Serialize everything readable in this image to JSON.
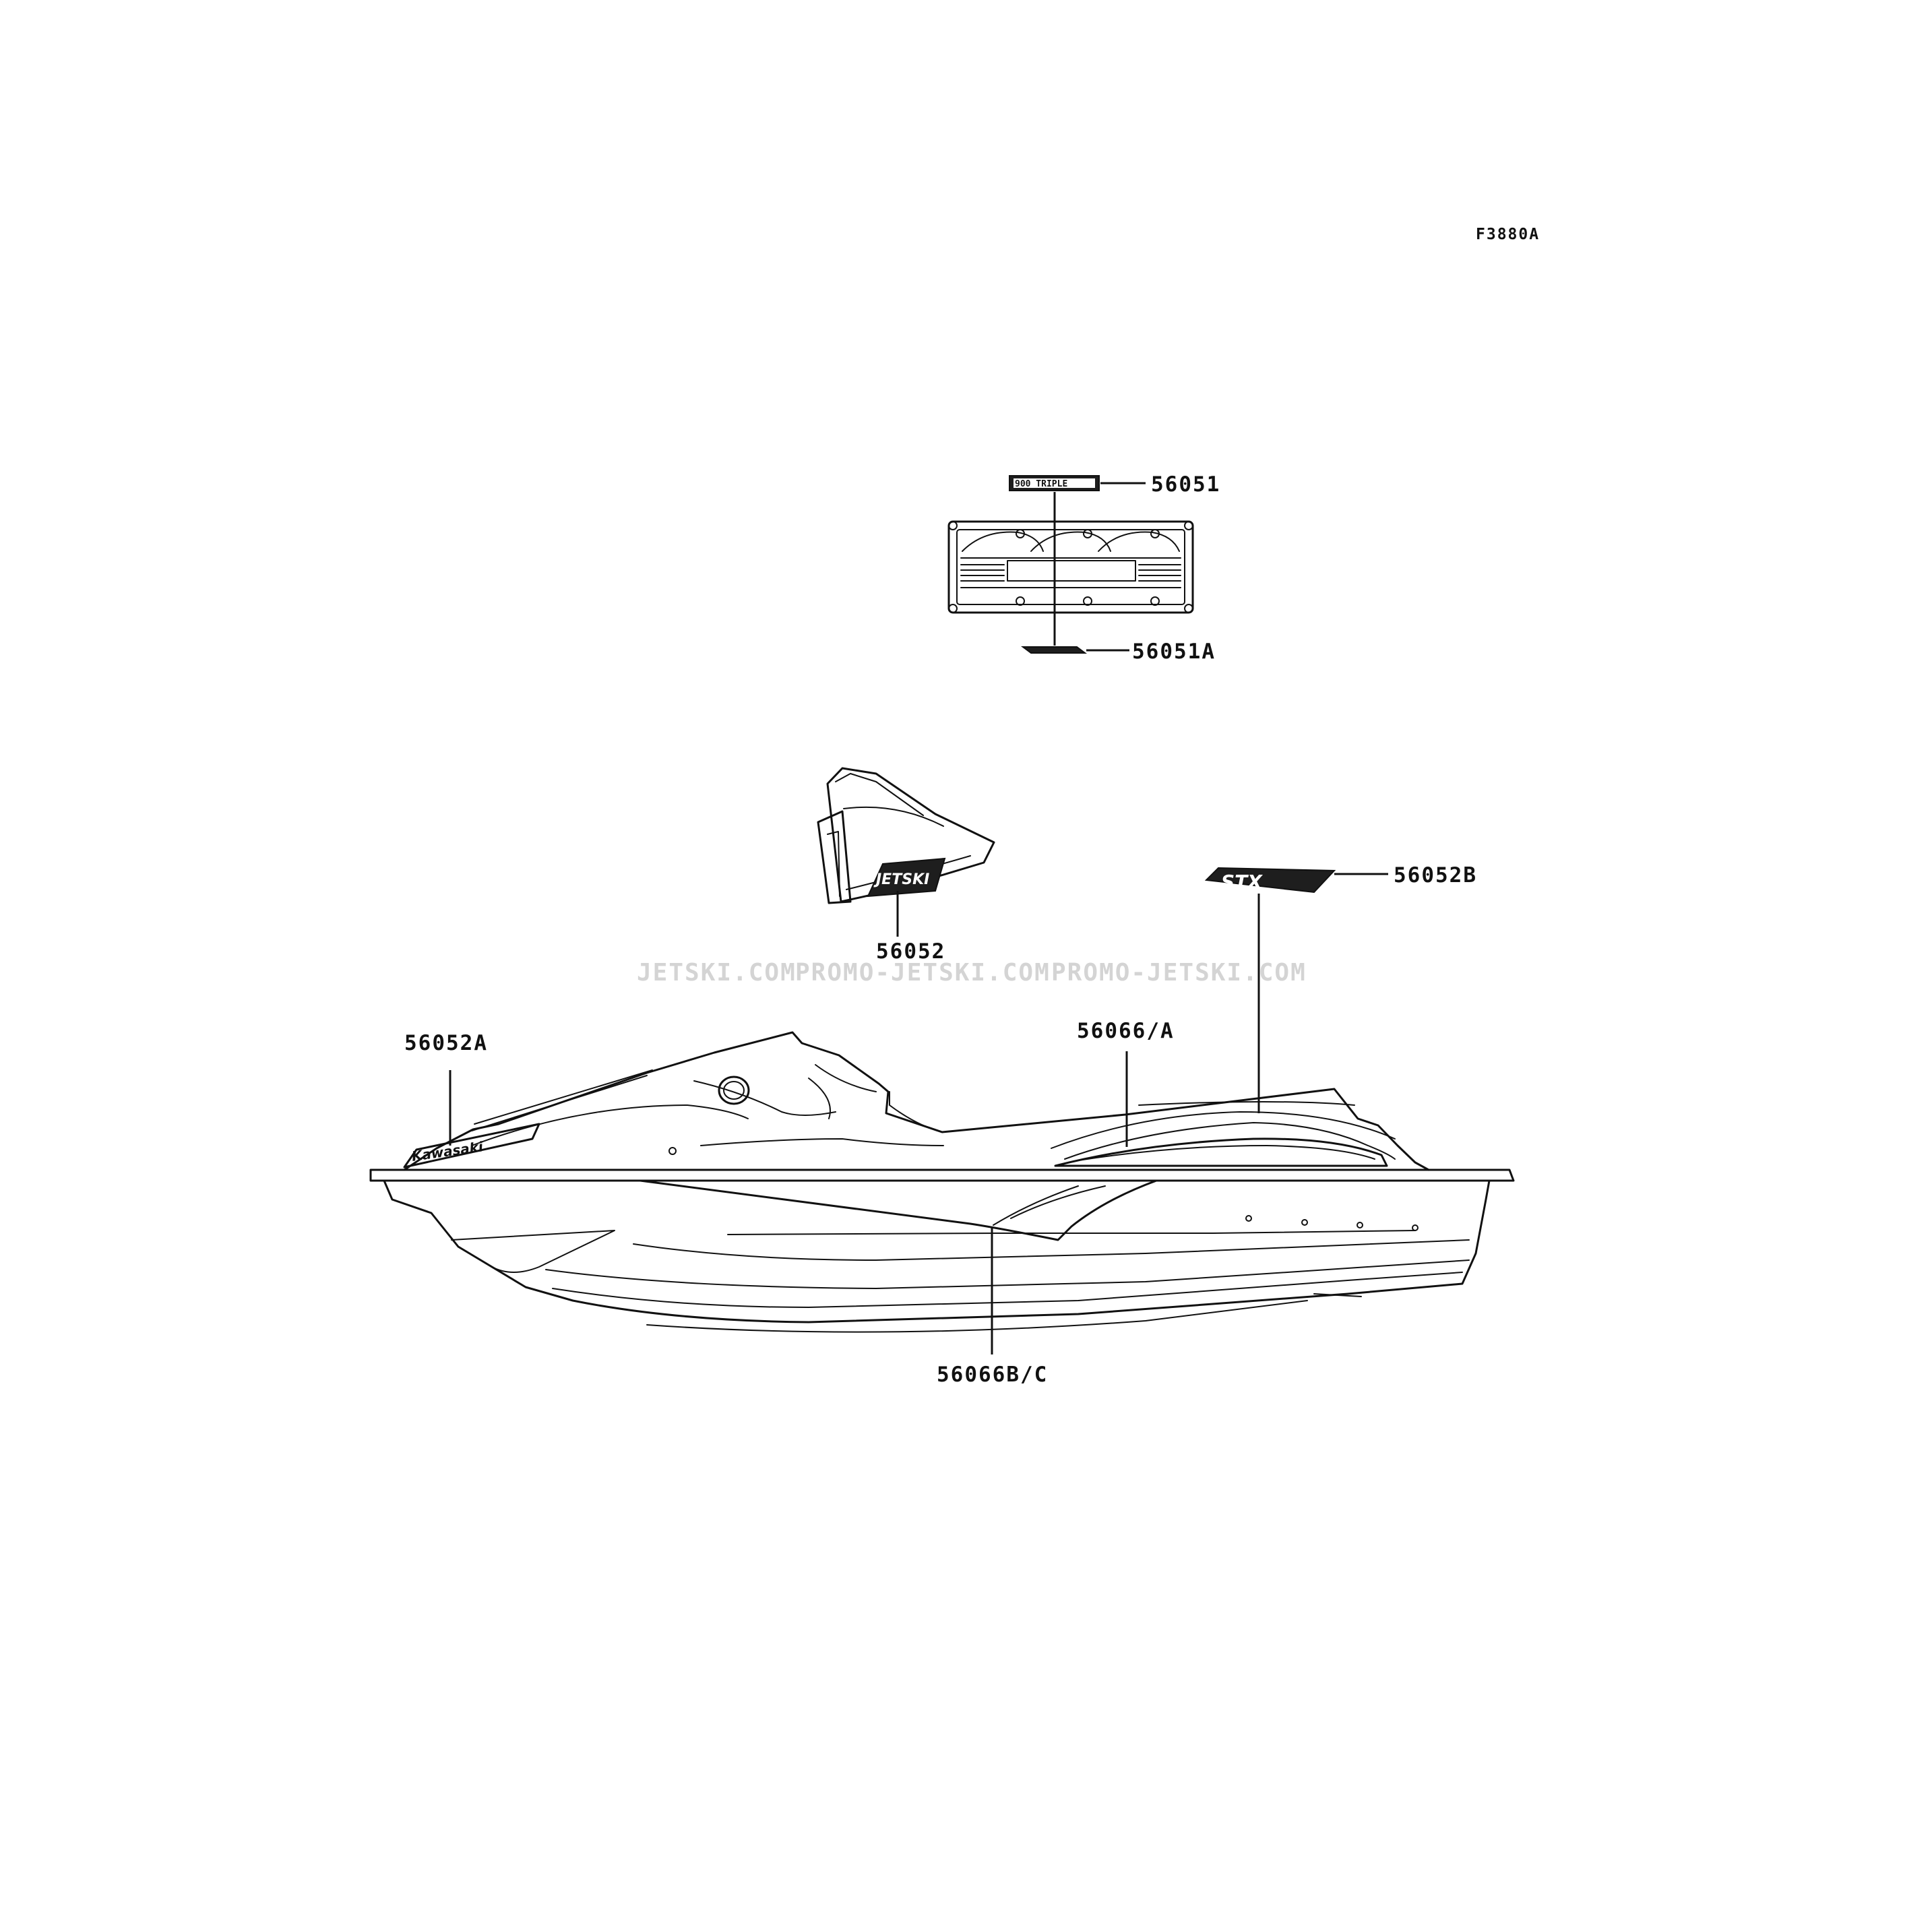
{
  "figure_code": "F3880A",
  "watermark": [
    "JETSKI.COM",
    "PROMO-JETSKI.COM",
    "PROMO-JETSKI.COM"
  ],
  "callouts": {
    "p56051": "56051",
    "p56051A": "56051A",
    "p56052": "56052",
    "p56052A": "56052A",
    "p56052B": "56052B",
    "p56066A": "56066/A",
    "p56066BC": "56066B/C"
  },
  "decal_lettering": {
    "engine_badge": "900 TRIPLE",
    "hood_logo": "JETSKI",
    "model_badge": "STX",
    "bow_logo": "Kawasaki"
  }
}
